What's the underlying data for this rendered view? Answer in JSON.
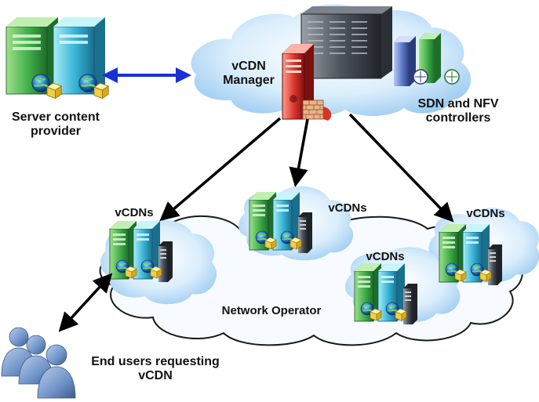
{
  "labels": {
    "server_content_provider": [
      "Server content",
      "provider"
    ],
    "vcdn_manager": [
      "vCDN",
      "Manager"
    ],
    "sdn_nfv": [
      "SDN and NFV",
      "controllers"
    ],
    "vcdns": "vCDNs",
    "network_operator": "Network Operator",
    "end_users": [
      "End users requesting",
      "vCDN"
    ]
  },
  "icons": [
    "server-icon",
    "rack-server-icon",
    "firewall-server-icon",
    "cloud-icon",
    "globe-icon",
    "users-icon"
  ],
  "colors": {
    "cloud_fill_light": "#eef7ff",
    "cloud_fill_blue": "#bfe0fa",
    "server_green": "#44b04a",
    "server_cyan": "#3fb7d8",
    "server_red": "#d8342a",
    "server_blue": "#5a78c8",
    "arrow_black": "#000000",
    "arrow_blue": "#1a2fd6",
    "users_blue": "#6f93c8"
  }
}
